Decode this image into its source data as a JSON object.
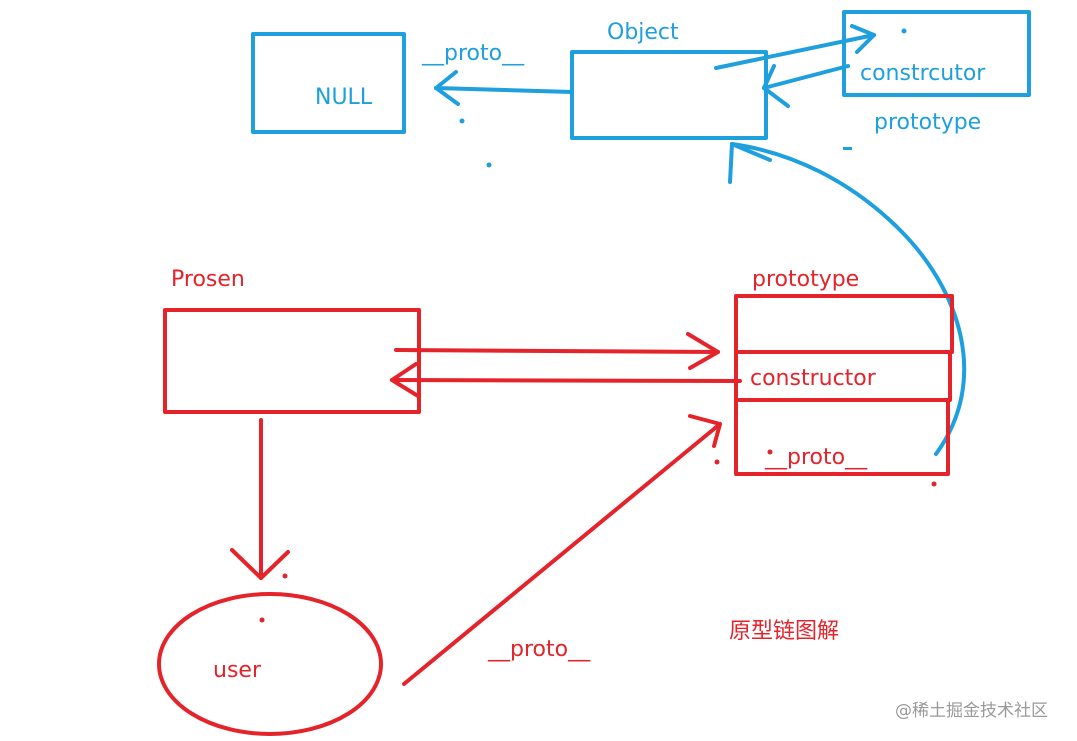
{
  "colors": {
    "blue": "#1e9fde",
    "red": "#e5232b",
    "watermark": "#9a9a9a",
    "background": "#ffffff"
  },
  "labels": {
    "null_box": "NULL",
    "object_proto_arrow": "__proto__",
    "object_title": "Object",
    "object_constructor": "constrcutor",
    "object_prototype": "prototype",
    "prosen_title": "Prosen",
    "prosen_prototype_title": "prototype",
    "prosen_constructor": "constructor",
    "prosen_proto_field": "__proto__",
    "user": "user",
    "user_proto_arrow": "__proto__",
    "caption": "原型链图解"
  },
  "watermark": "@稀土掘金技术社区"
}
